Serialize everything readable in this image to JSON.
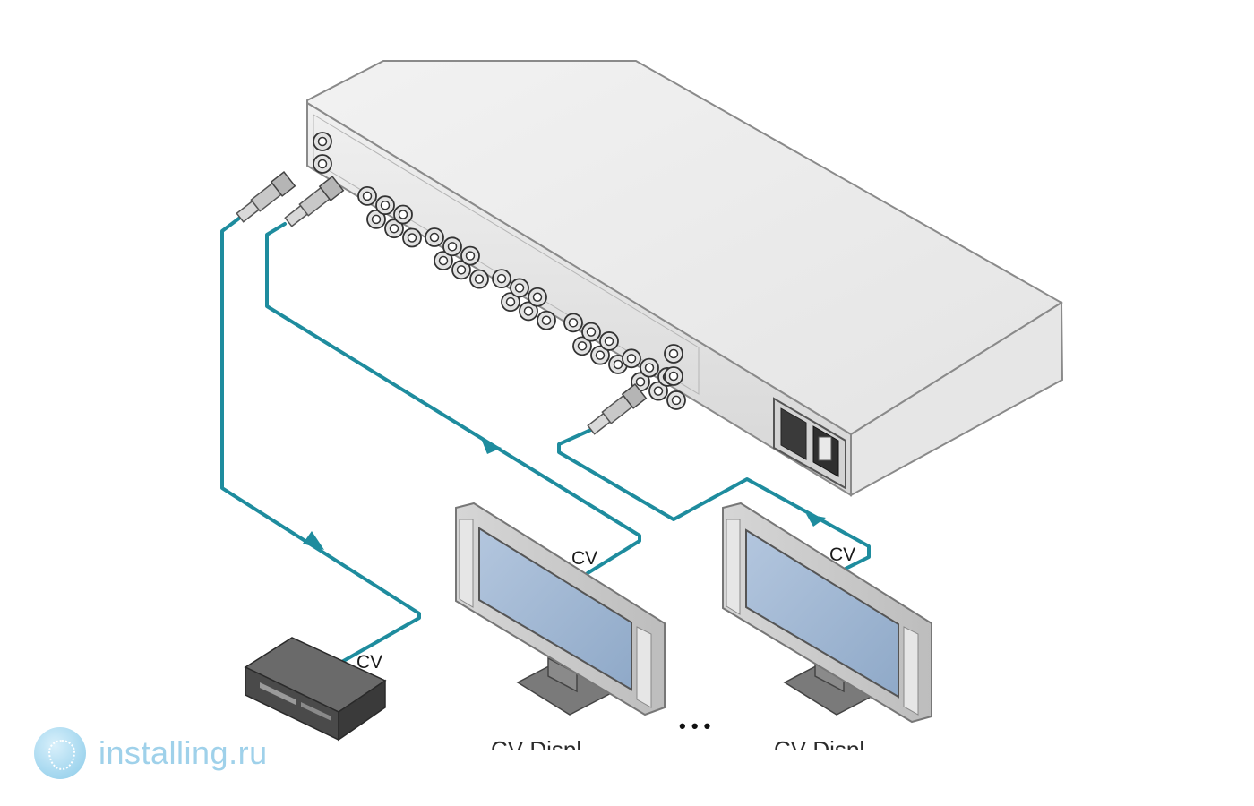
{
  "labels": {
    "cv_source": "CV",
    "cv_display_1": "CV",
    "cv_display_2": "CV",
    "ellipsis": "• • •",
    "display_1_caption_partial": "CV Displ",
    "display_2_caption_partial": "CV Displ"
  },
  "watermark": {
    "text": "installing.ru"
  },
  "colors": {
    "cable": "#1e8c9e",
    "device_body": "#dcdcdc",
    "screen": "#9fb6d3",
    "monitor_frame": "#c9c9c9"
  }
}
